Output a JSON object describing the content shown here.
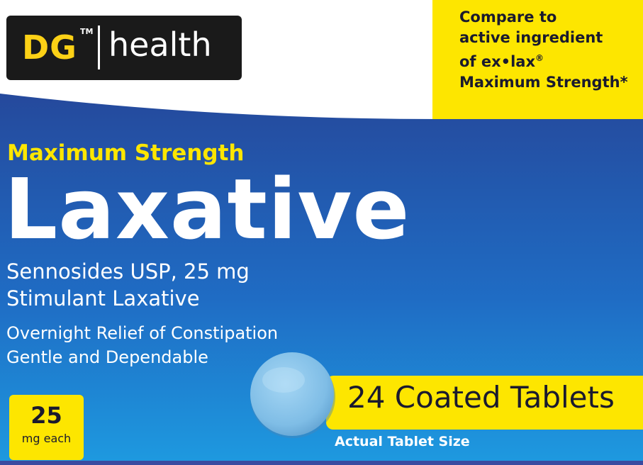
{
  "brand": {
    "logo_dg": "DG",
    "logo_tm": "TM",
    "logo_health": "health"
  },
  "compare_badge": {
    "line1": "Compare to",
    "line2": "active ingredient",
    "line3_prefix": "of ex•lax",
    "line3_mark": "®",
    "line4": "Maximum Strength*"
  },
  "product": {
    "strength_label": "Maximum Strength",
    "name": "Laxative",
    "active_ingredient": "Sennosides USP, 25 mg",
    "category": "Stimulant Laxative",
    "claim1": "Overnight Relief of Constipation",
    "claim2": "Gentle and Dependable"
  },
  "dose_badge": {
    "amount": "25",
    "unit": "mg each"
  },
  "count": {
    "label": "24 Coated Tablets",
    "note": "Actual Tablet Size"
  },
  "colors": {
    "blue_top": "#2a4a9a",
    "blue_bottom": "#1f8fd8",
    "yellow": "#fde600",
    "tablet": "#86c3ea"
  }
}
